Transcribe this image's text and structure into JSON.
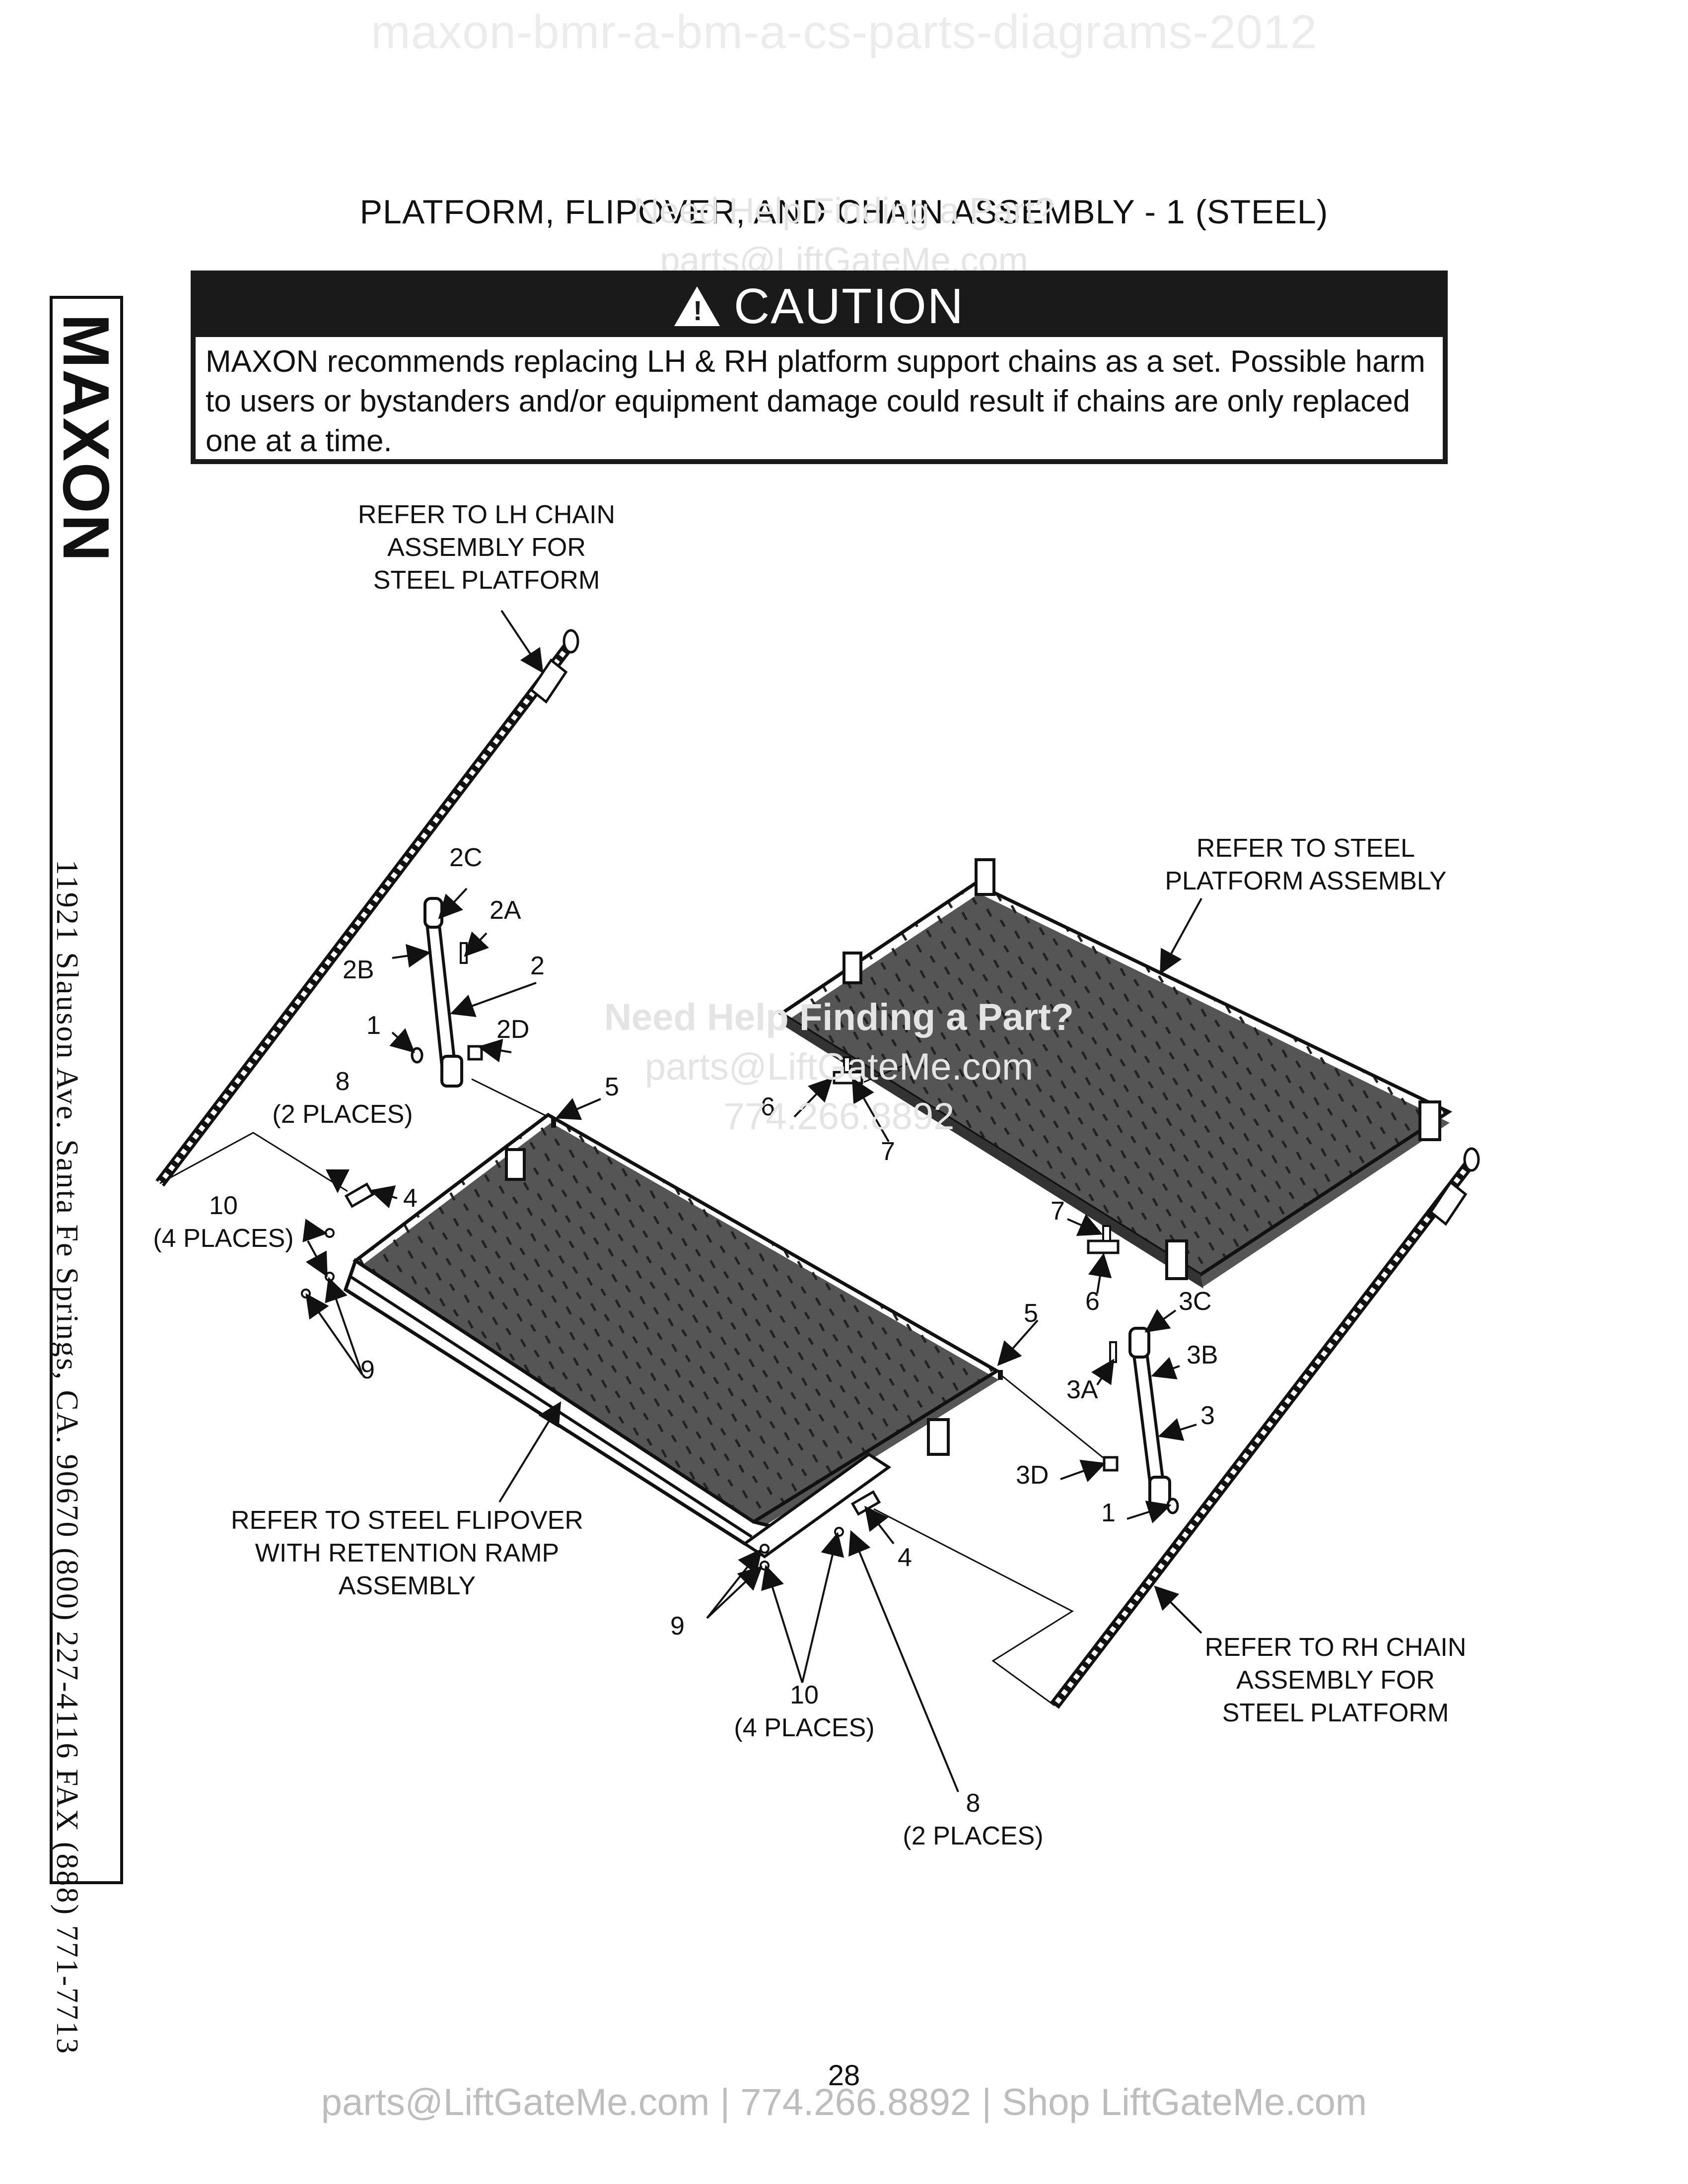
{
  "header": {
    "watermark": "maxon-bmr-a-bm-a-cs-parts-diagrams-2012",
    "title": "PLATFORM, FLIPOVER, AND CHAIN ASSEMBLY - 1 (STEEL)"
  },
  "caution": {
    "heading": "CAUTION",
    "text": "MAXON recommends replacing LH & RH platform support chains as a set. Possible harm to users or bystanders and/or equipment damage could result if chains are only replaced one at a time."
  },
  "sidebar": {
    "brand": "MAXON",
    "address": "11921 Slauson Ave.  Santa Fe Springs, CA.  90670  (800) 227-4116  FAX (888) 771-7713"
  },
  "labels": {
    "lh_chain": [
      "REFER TO LH CHAIN",
      "ASSEMBLY FOR",
      "STEEL PLATFORM"
    ],
    "steel_platform": [
      "REFER TO STEEL",
      "PLATFORM ASSEMBLY"
    ],
    "flipover": [
      "REFER TO STEEL FLIPOVER",
      "WITH RETENTION RAMP",
      "ASSEMBLY"
    ],
    "rh_chain": [
      "REFER TO RH CHAIN",
      "ASSEMBLY FOR",
      "STEEL PLATFORM"
    ],
    "two_places": "(2 PLACES)",
    "four_places": "(4 PLACES)"
  },
  "callouts": {
    "n1": "1",
    "n2": "2",
    "n2a": "2A",
    "n2b": "2B",
    "n2c": "2C",
    "n2d": "2D",
    "n3": "3",
    "n3a": "3A",
    "n3b": "3B",
    "n3c": "3C",
    "n3d": "3D",
    "n4": "4",
    "n5": "5",
    "n6": "6",
    "n7": "7",
    "n8": "8",
    "n9": "9",
    "n10": "10"
  },
  "watermark_mid": {
    "line1": "Need Help Finding a Part?",
    "line2": "parts@LiftGateMe.com",
    "line3": "774.266.8892"
  },
  "page_number": "28",
  "footer": "parts@LiftGateMe.com | 774.266.8892 | Shop LiftGateMe.com"
}
